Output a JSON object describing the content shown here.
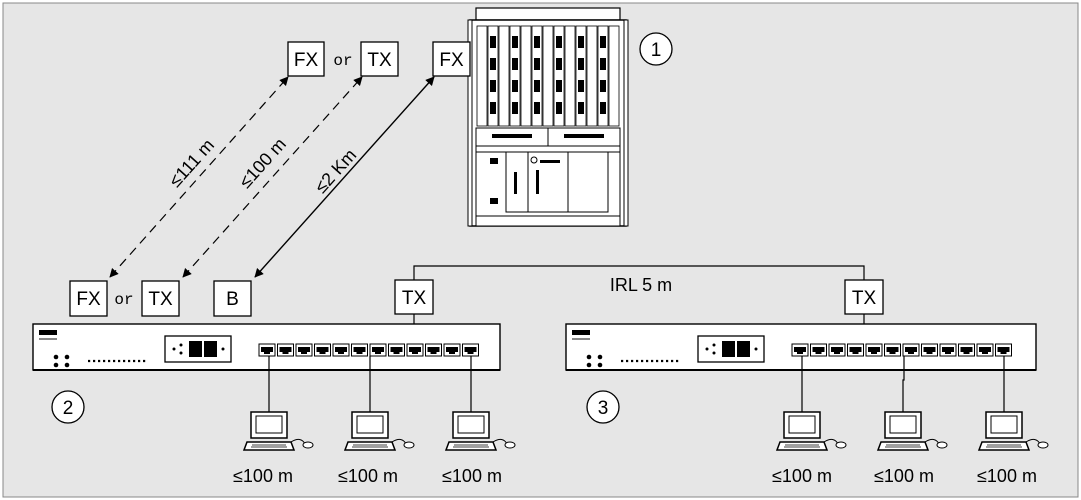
{
  "background_color": "#e6e6e6",
  "labels": {
    "fx_top_left": "FX",
    "or_top": "or",
    "tx_top": "TX",
    "fx_top_right": "FX",
    "circle_1": "1",
    "circle_2": "2",
    "circle_3": "3",
    "dist_111": "≤111 m",
    "dist_100": "≤100 m",
    "dist_2km": "≤2 Km",
    "fx_bottom": "FX",
    "or_bottom": "or",
    "tx_bottom": "TX",
    "b_bottom": "B",
    "tx_hub2": "TX",
    "tx_hub3": "TX",
    "irl": "IRL 5 m",
    "hub2_pc1": "≤100 m",
    "hub2_pc2": "≤100 m",
    "hub2_pc3": "≤100 m",
    "hub3_pc1": "≤100 m",
    "hub3_pc2": "≤100 m",
    "hub3_pc3": "≤100 m"
  }
}
